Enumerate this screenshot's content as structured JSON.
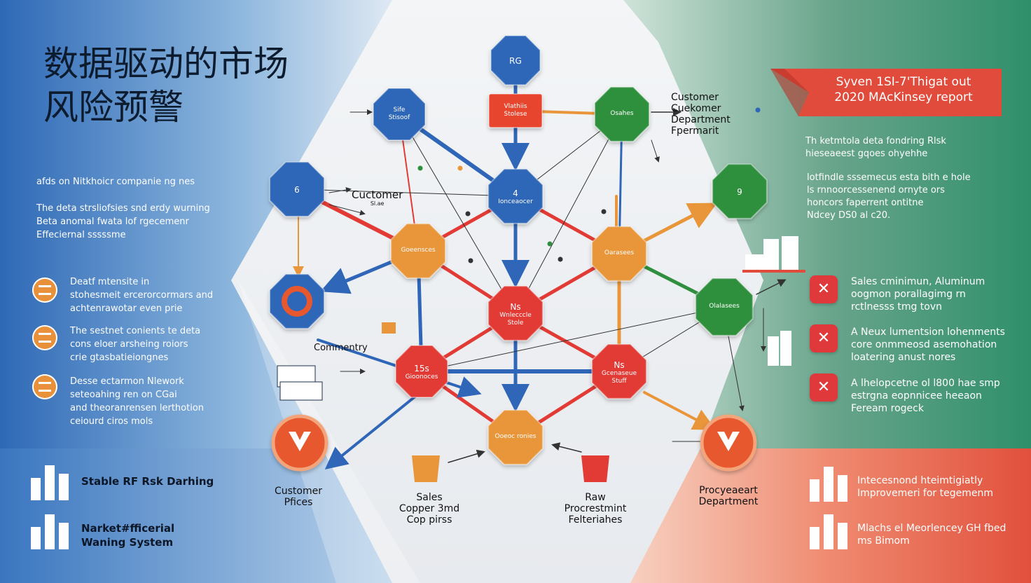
{
  "title": {
    "line1": "数据驱动的市场",
    "line2": "风险预警"
  },
  "left_panel": {
    "subtitle": "afds on Nitkhoicr companie ng nes",
    "paragraph": [
      "The deta strsliofsies snd erdy wurning",
      "Beta anomal fwata lof rgecemenr",
      "Effeciernal sssssme"
    ],
    "items": [
      {
        "icon": "scroll-icon",
        "lines": [
          "Deatf mtensite in",
          "stohesmeit ercerorcormars and",
          "achtenrawotar even prie"
        ]
      },
      {
        "icon": "stack-icon",
        "lines": [
          "The sestnet conients te deta",
          "cons eloer arsheing roiors",
          "crie gtasbatieiongnes"
        ]
      },
      {
        "icon": "box-icon",
        "lines": [
          "Desse ectarmon Nlework",
          "seteoahing ren on CGai",
          "and theoranrensen lerthotion",
          "ceiourd ciros mols"
        ]
      }
    ]
  },
  "bottom_left": [
    {
      "label": "Stable RF Rsk Darhing"
    },
    {
      "label": "Narket#fficerial Waning System"
    }
  ],
  "banner": {
    "text_line1": "Syven 1SI-7'Thigat out",
    "text_line2": "2020 MAcKinsey report"
  },
  "right_panel": {
    "intro": [
      "Th ketmtola deta fondring Rlsk",
      "hieseaeest gqoes ohyehhe"
    ],
    "paragraph": [
      "lotfindle sssemecus esta bith e hole",
      "ls rnnoorcessenend ornyte ors",
      "honcors faperrent ontitne",
      "Ndcey DS0 al c20."
    ],
    "items": [
      {
        "lines": [
          "Sales cminimun, Aluminum",
          "oogmon porallagimg rn",
          "rctlnesss tmg tovn"
        ]
      },
      {
        "lines": [
          "A Neux lumentsion lohenments",
          "core onmmeosd asemohation",
          "loatering anust nores"
        ]
      },
      {
        "lines": [
          "A lhelopcetne ol l800 hae smp",
          "estrgna eopnnicee heeaon",
          "Feream rogeck"
        ]
      }
    ]
  },
  "bottom_right": [
    {
      "lines": [
        "Intecesnond hteimtigiatly",
        "Improvemeri for tegemenm"
      ]
    },
    {
      "lines": [
        "Mlachs el Meorlencey GH fbed",
        "ms Bimom"
      ]
    }
  ],
  "diagram": {
    "nodes": [
      {
        "id": "top",
        "color": "#2f66b8",
        "text": [
          "RG"
        ]
      },
      {
        "id": "topred",
        "color": "#e8452f",
        "text": [
          "Vlathiis",
          "Stolese"
        ]
      },
      {
        "id": "blue-ul",
        "color": "#2f66b8",
        "text": [
          "Sife",
          "Stisoof"
        ]
      },
      {
        "id": "green-top",
        "color": "#2f8f3e",
        "text": [
          "Osahes"
        ]
      },
      {
        "id": "blue-left",
        "color": "#2f66b8",
        "text": [
          "6"
        ]
      },
      {
        "id": "blue-center",
        "color": "#2f66b8",
        "text": [
          "4",
          "Ionceaocer"
        ]
      },
      {
        "id": "green-right",
        "color": "#2f8f3e",
        "text": [
          "9"
        ]
      },
      {
        "id": "orange-left",
        "color": "#e9963a",
        "text": [
          "Goeensces"
        ]
      },
      {
        "id": "orange-right",
        "color": "#e9963a",
        "text": [
          "Oarasees"
        ]
      },
      {
        "id": "red-center",
        "color": "#e23b35",
        "text": [
          "Ns",
          "Wnlecccle",
          "Stole"
        ]
      },
      {
        "id": "blue-ring",
        "color": "#2f66b8",
        "text": [
          ""
        ]
      },
      {
        "id": "green-mid",
        "color": "#2f8f3e",
        "text": [
          "Olalasees"
        ]
      },
      {
        "id": "red-left",
        "color": "#e23b35",
        "text": [
          "15s",
          "Gioonoces"
        ]
      },
      {
        "id": "red-right",
        "color": "#e23b35",
        "text": [
          "Ns",
          "Gcenaseue",
          "Stuff"
        ]
      },
      {
        "id": "orange-bottom",
        "color": "#e9963a",
        "text": [
          "Ooeoc ronies"
        ]
      }
    ],
    "labels": {
      "customer_top": [
        "Customer",
        "Cuekomer",
        "Department",
        "Fpermarit"
      ],
      "customer_mid": [
        "Cuctomer",
        "Sl.ae"
      ],
      "commentry": "Commentry",
      "customer_prices": [
        "Customer",
        "Pfices"
      ],
      "sales": [
        "Sales",
        "Copper 3md",
        "Cop pirss"
      ],
      "raw": [
        "Raw",
        "Procrestmint",
        "Felteriahes"
      ],
      "procurement": [
        "Procyeaeart",
        "Department"
      ]
    },
    "colors": {
      "blue": "#2f66b8",
      "red": "#e23b35",
      "orange": "#e9963a",
      "green": "#2f8f3e",
      "dark": "#333333"
    }
  }
}
